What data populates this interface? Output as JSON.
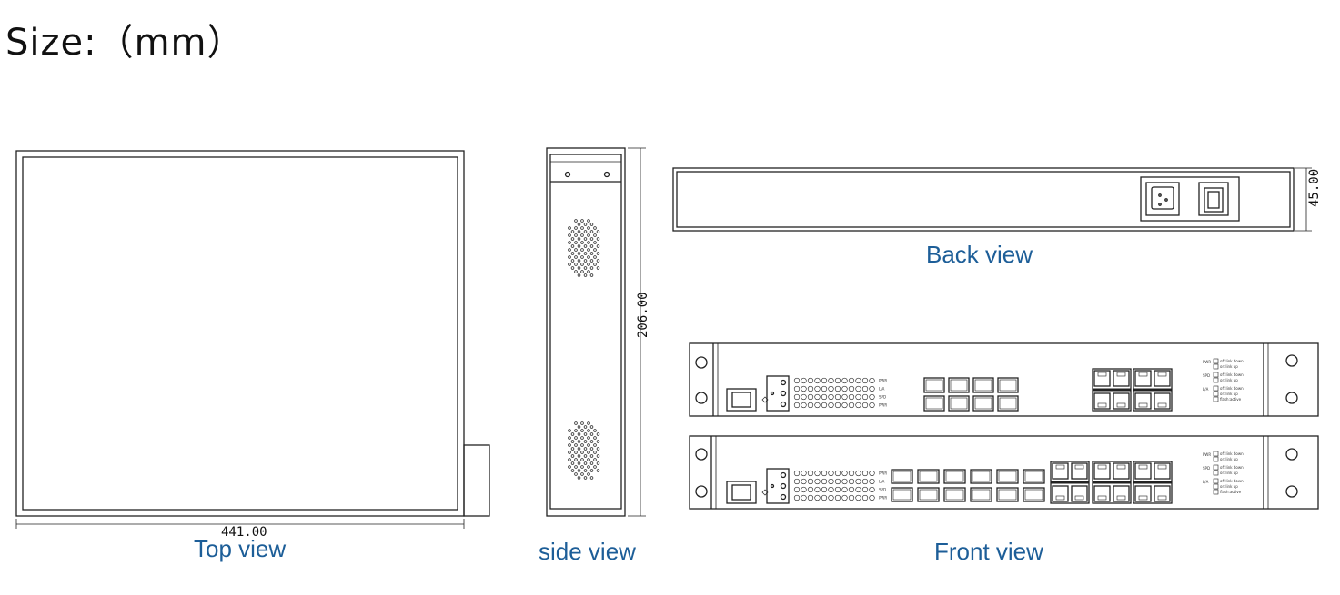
{
  "title": "Size:（mm）",
  "views": {
    "top": {
      "caption": "Top view",
      "width_dim": "441.00"
    },
    "side": {
      "caption": "side view",
      "height_dim": "206.00"
    },
    "back": {
      "caption": "Back view",
      "height_dim": "45.00"
    },
    "front": {
      "caption": "Front view"
    }
  },
  "panel_labels": {
    "pwr": "PWR",
    "spd": "SPD",
    "la": "L/A",
    "led_states": [
      "off:link down",
      "on:link up",
      "flash:active"
    ]
  }
}
